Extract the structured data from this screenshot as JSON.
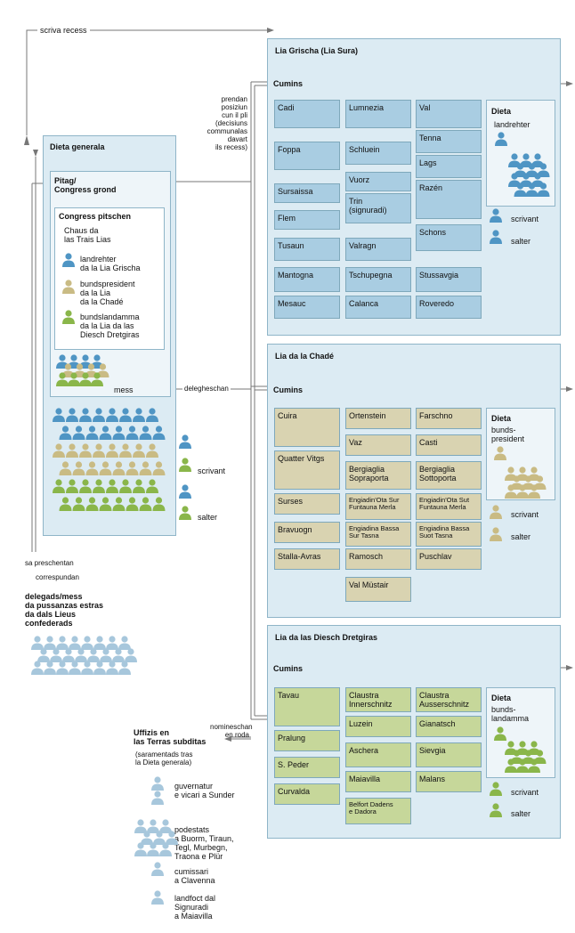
{
  "top_label": "scriva recess",
  "lia_grischa": {
    "title": "Lia Grischa (Lia Sura)",
    "cumins": "Cumins",
    "cells": [
      "Cadi",
      "Lumnezia",
      "Val",
      "Tenna",
      "Foppa",
      "Schluein",
      "Lags",
      "Vuorz",
      "Sursaissa",
      "Trin\n(signuradi)",
      "Razén",
      "Flem",
      "Schons",
      "Tusaun",
      "Valragn",
      "Mantogna",
      "Tschupegna",
      "Stussavgia",
      "Mesauc",
      "Calanca",
      "Roveredo"
    ],
    "dieta_title": "Dieta",
    "dieta_role": "landrehter",
    "scrivant": "scrivant",
    "salter": "salter"
  },
  "prendan_note": "prendan\nposiziun\ncun il pli\n(decisiuns\ncommunalas\ndavart\nils recess)",
  "dieta_generala": {
    "title": "Dieta generala",
    "pitag": "Pitag/\nCongress grond",
    "congress_pitschen": "Congress pitschen",
    "chaus": "Chaus da\nlas Trais Lias",
    "legend": [
      "landrehter\nda la Lia Grischa",
      "bundspresident\nda la Lia\nda la Chadé",
      "bundslandamma\nda la Lia da las\nDiesch Dretgiras"
    ],
    "mess": "mess",
    "scrivant": "scrivant",
    "salter": "salter"
  },
  "delegheschan": "delegheschan",
  "lia_chade": {
    "title": "Lia da la Chadé",
    "cumins": "Cumins",
    "cells": [
      "Cuira",
      "Ortenstein",
      "Farschno",
      "Vaz",
      "Casti",
      "Quatter Vitgs",
      "Bergiaglia\nSopraporta",
      "Bergiaglia\nSottoporta",
      "Surses",
      "Engiadin'Ota Sur\nFuntauna Merla",
      "Engiadin'Ota Sut\nFuntauna Merla",
      "Bravuogn",
      "Engiadina Bassa\nSur Tasna",
      "Engiadina Bassa\nSuot Tasna",
      "Stalla-Avras",
      "Ramosch",
      "Puschlav",
      "Val Müstair"
    ],
    "dieta_title": "Dieta",
    "dieta_role": "bunds-\npresident",
    "scrivant": "scrivant",
    "salter": "salter"
  },
  "preschentan": "sa preschentan",
  "correspundan": "correspundan",
  "delegads": "delegads/mess\nda pussanzas estras\nda dals Lieus\nconfederads",
  "lia_diesch": {
    "title": "Lia da las Diesch Dretgiras",
    "cumins": "Cumins",
    "cells": [
      "Tavau",
      "Claustra\nInnerschnitz",
      "Claustra\nAusserschnitz",
      "Luzein",
      "Gianatsch",
      "Pralung",
      "Aschera",
      "Sievgia",
      "S. Peder",
      "Maiavilla",
      "Malans",
      "Curvalda",
      "Belfort Dadens\ne Dadora"
    ],
    "dieta_title": "Dieta",
    "dieta_role": "bunds-\nlandamma",
    "scrivant": "scrivant",
    "salter": "salter"
  },
  "nomineschan": "nomineschan\nen roda",
  "uffizis": {
    "title": "Uffizis en\nlas Terras subditas",
    "subtitle": "(saramentads tras\nla Dieta generala)",
    "items": [
      "guvernatur\ne vicari a Sunder",
      "podestats\na Buorm, Tiraun,\nTegl, Murbegn,\nTraona e Plür",
      "cumissari\na Clavenna",
      "landfoct dal\nSignuradi\na Maiavilla"
    ]
  },
  "colors": {
    "blue": "#4f95c4",
    "beige": "#c9bb84",
    "green": "#8ab64a",
    "lightblue": "#a7c7dc",
    "panel": "#dcebf3"
  }
}
